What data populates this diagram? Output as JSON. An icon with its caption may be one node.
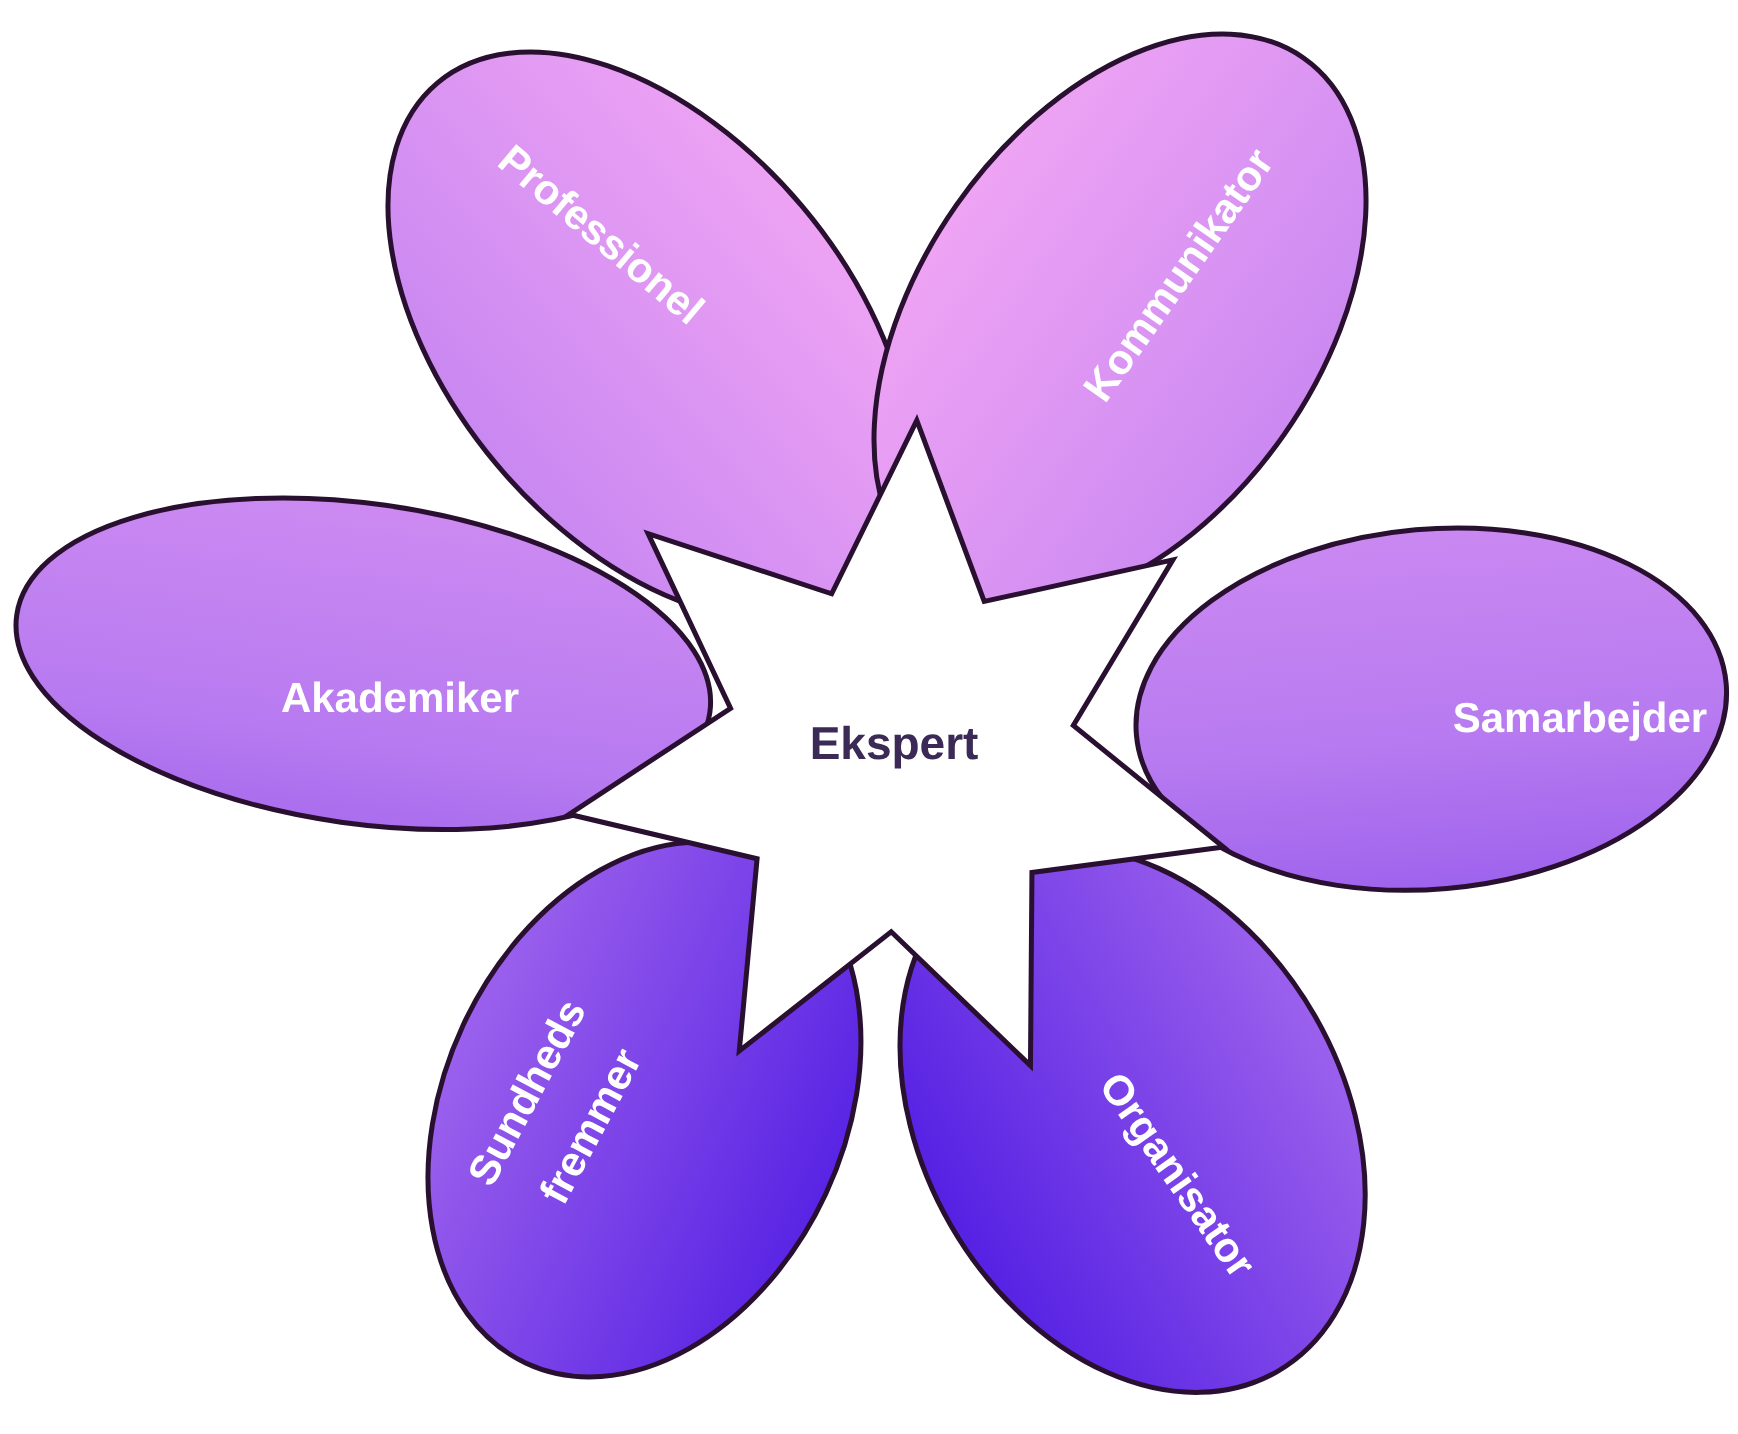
{
  "diagram": {
    "nodes": [
      {
        "text": [
          "Professionel"
        ]
      },
      {
        "text": [
          "Kommunikator"
        ]
      },
      {
        "text": [
          "Akademiker"
        ]
      },
      {
        "text": [
          "Ekspert"
        ]
      },
      {
        "text": [
          "Samarbejder"
        ]
      },
      {
        "text": [
          "Sundheds fremmer"
        ]
      },
      {
        "text": [
          "Organisator"
        ]
      }
    ]
  }
}
